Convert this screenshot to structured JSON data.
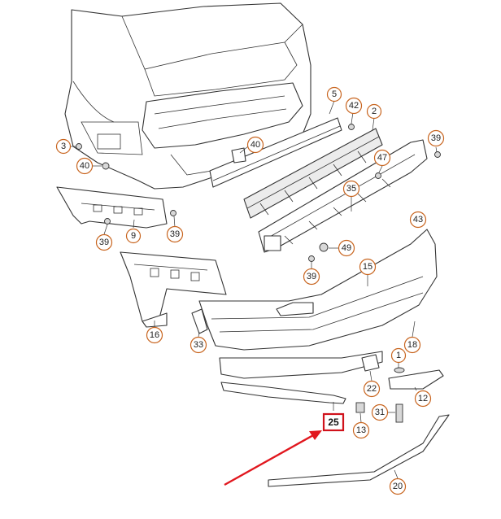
{
  "diagram": {
    "highlighted_part": "25",
    "accent_color": "#e1171e",
    "callout_color": "#c8641e",
    "callouts": [
      {
        "id": "c5",
        "label": "5"
      },
      {
        "id": "c42",
        "label": "42"
      },
      {
        "id": "c2",
        "label": "2"
      },
      {
        "id": "c39a",
        "label": "39"
      },
      {
        "id": "c3",
        "label": "3"
      },
      {
        "id": "c40a",
        "label": "40"
      },
      {
        "id": "c47",
        "label": "47"
      },
      {
        "id": "c40b",
        "label": "40"
      },
      {
        "id": "c35",
        "label": "35"
      },
      {
        "id": "c43",
        "label": "43"
      },
      {
        "id": "c39b",
        "label": "39"
      },
      {
        "id": "c9",
        "label": "9"
      },
      {
        "id": "c39c",
        "label": "39"
      },
      {
        "id": "c49",
        "label": "49"
      },
      {
        "id": "c15",
        "label": "15"
      },
      {
        "id": "c39d",
        "label": "39"
      },
      {
        "id": "c16",
        "label": "16"
      },
      {
        "id": "c33",
        "label": "33"
      },
      {
        "id": "c18",
        "label": "18"
      },
      {
        "id": "c1",
        "label": "1"
      },
      {
        "id": "c22",
        "label": "22"
      },
      {
        "id": "c12",
        "label": "12"
      },
      {
        "id": "c31",
        "label": "31"
      },
      {
        "id": "c13",
        "label": "13"
      },
      {
        "id": "c20",
        "label": "20"
      }
    ],
    "highlight_label": "25"
  }
}
